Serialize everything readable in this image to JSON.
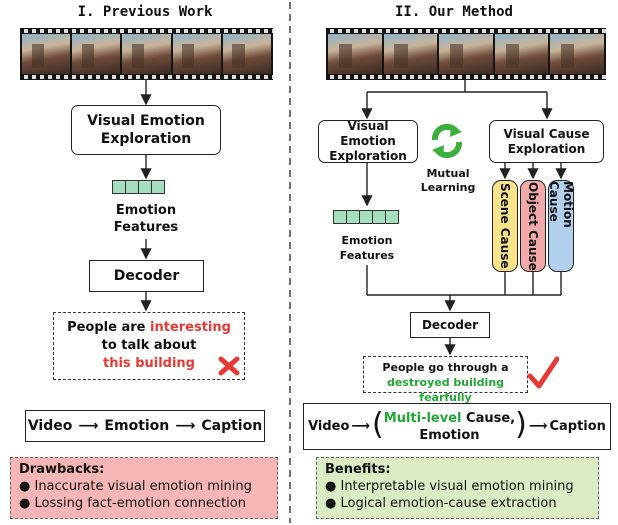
{
  "left": {
    "heading": "I. Previous Work",
    "exploration": [
      "Visual Emotion",
      "Exploration"
    ],
    "features": [
      "Emotion",
      "Features"
    ],
    "decoder": "Decoder",
    "caption": {
      "l1_pre": "People are ",
      "l1_hl": "interesting",
      "l2": "to talk about",
      "l3_hl": "this building"
    },
    "pipeline": {
      "video": "Video",
      "emotion": "Emotion",
      "caption": "Caption"
    },
    "panel": {
      "title": "Drawbacks:",
      "items": [
        "Inaccurate visual emotion mining",
        "Lossing fact-emotion connection"
      ]
    }
  },
  "right": {
    "heading": "II. Our Method",
    "emotion_exploration": [
      "Visual Emotion",
      "Exploration"
    ],
    "cause_exploration": [
      "Visual Cause",
      "Exploration"
    ],
    "mutual": [
      "Mutual",
      "Learning"
    ],
    "causes": [
      "Scene Cause",
      "Object Cause",
      "Motion Cause"
    ],
    "features": [
      "Emotion",
      "Features"
    ],
    "decoder": "Decoder",
    "caption": {
      "l1": "People go through a",
      "l2_hl": "destroyed building fearfully"
    },
    "pipeline": {
      "video": "Video",
      "multi": "Multi-level",
      "cause": " Cause,",
      "emotion": "Emotion",
      "caption": "Caption"
    },
    "panel": {
      "title": "Benefits:",
      "items": [
        "Interpretable visual emotion mining",
        "Logical emotion-cause extraction"
      ]
    }
  },
  "colors": {
    "highlight_red": "#e53935",
    "highlight_green": "#22a635",
    "drawbacks_bg": "#f6b6b6",
    "benefits_bg": "#d9ecc4",
    "scene": "#fbe38c",
    "object": "#f2a9a9",
    "motion": "#b3cfee",
    "feature_cells": "#a6dfc0"
  },
  "icons": [
    "film-strip",
    "mutual-learning-cycle-icon",
    "red-cross-icon",
    "red-check-icon"
  ]
}
